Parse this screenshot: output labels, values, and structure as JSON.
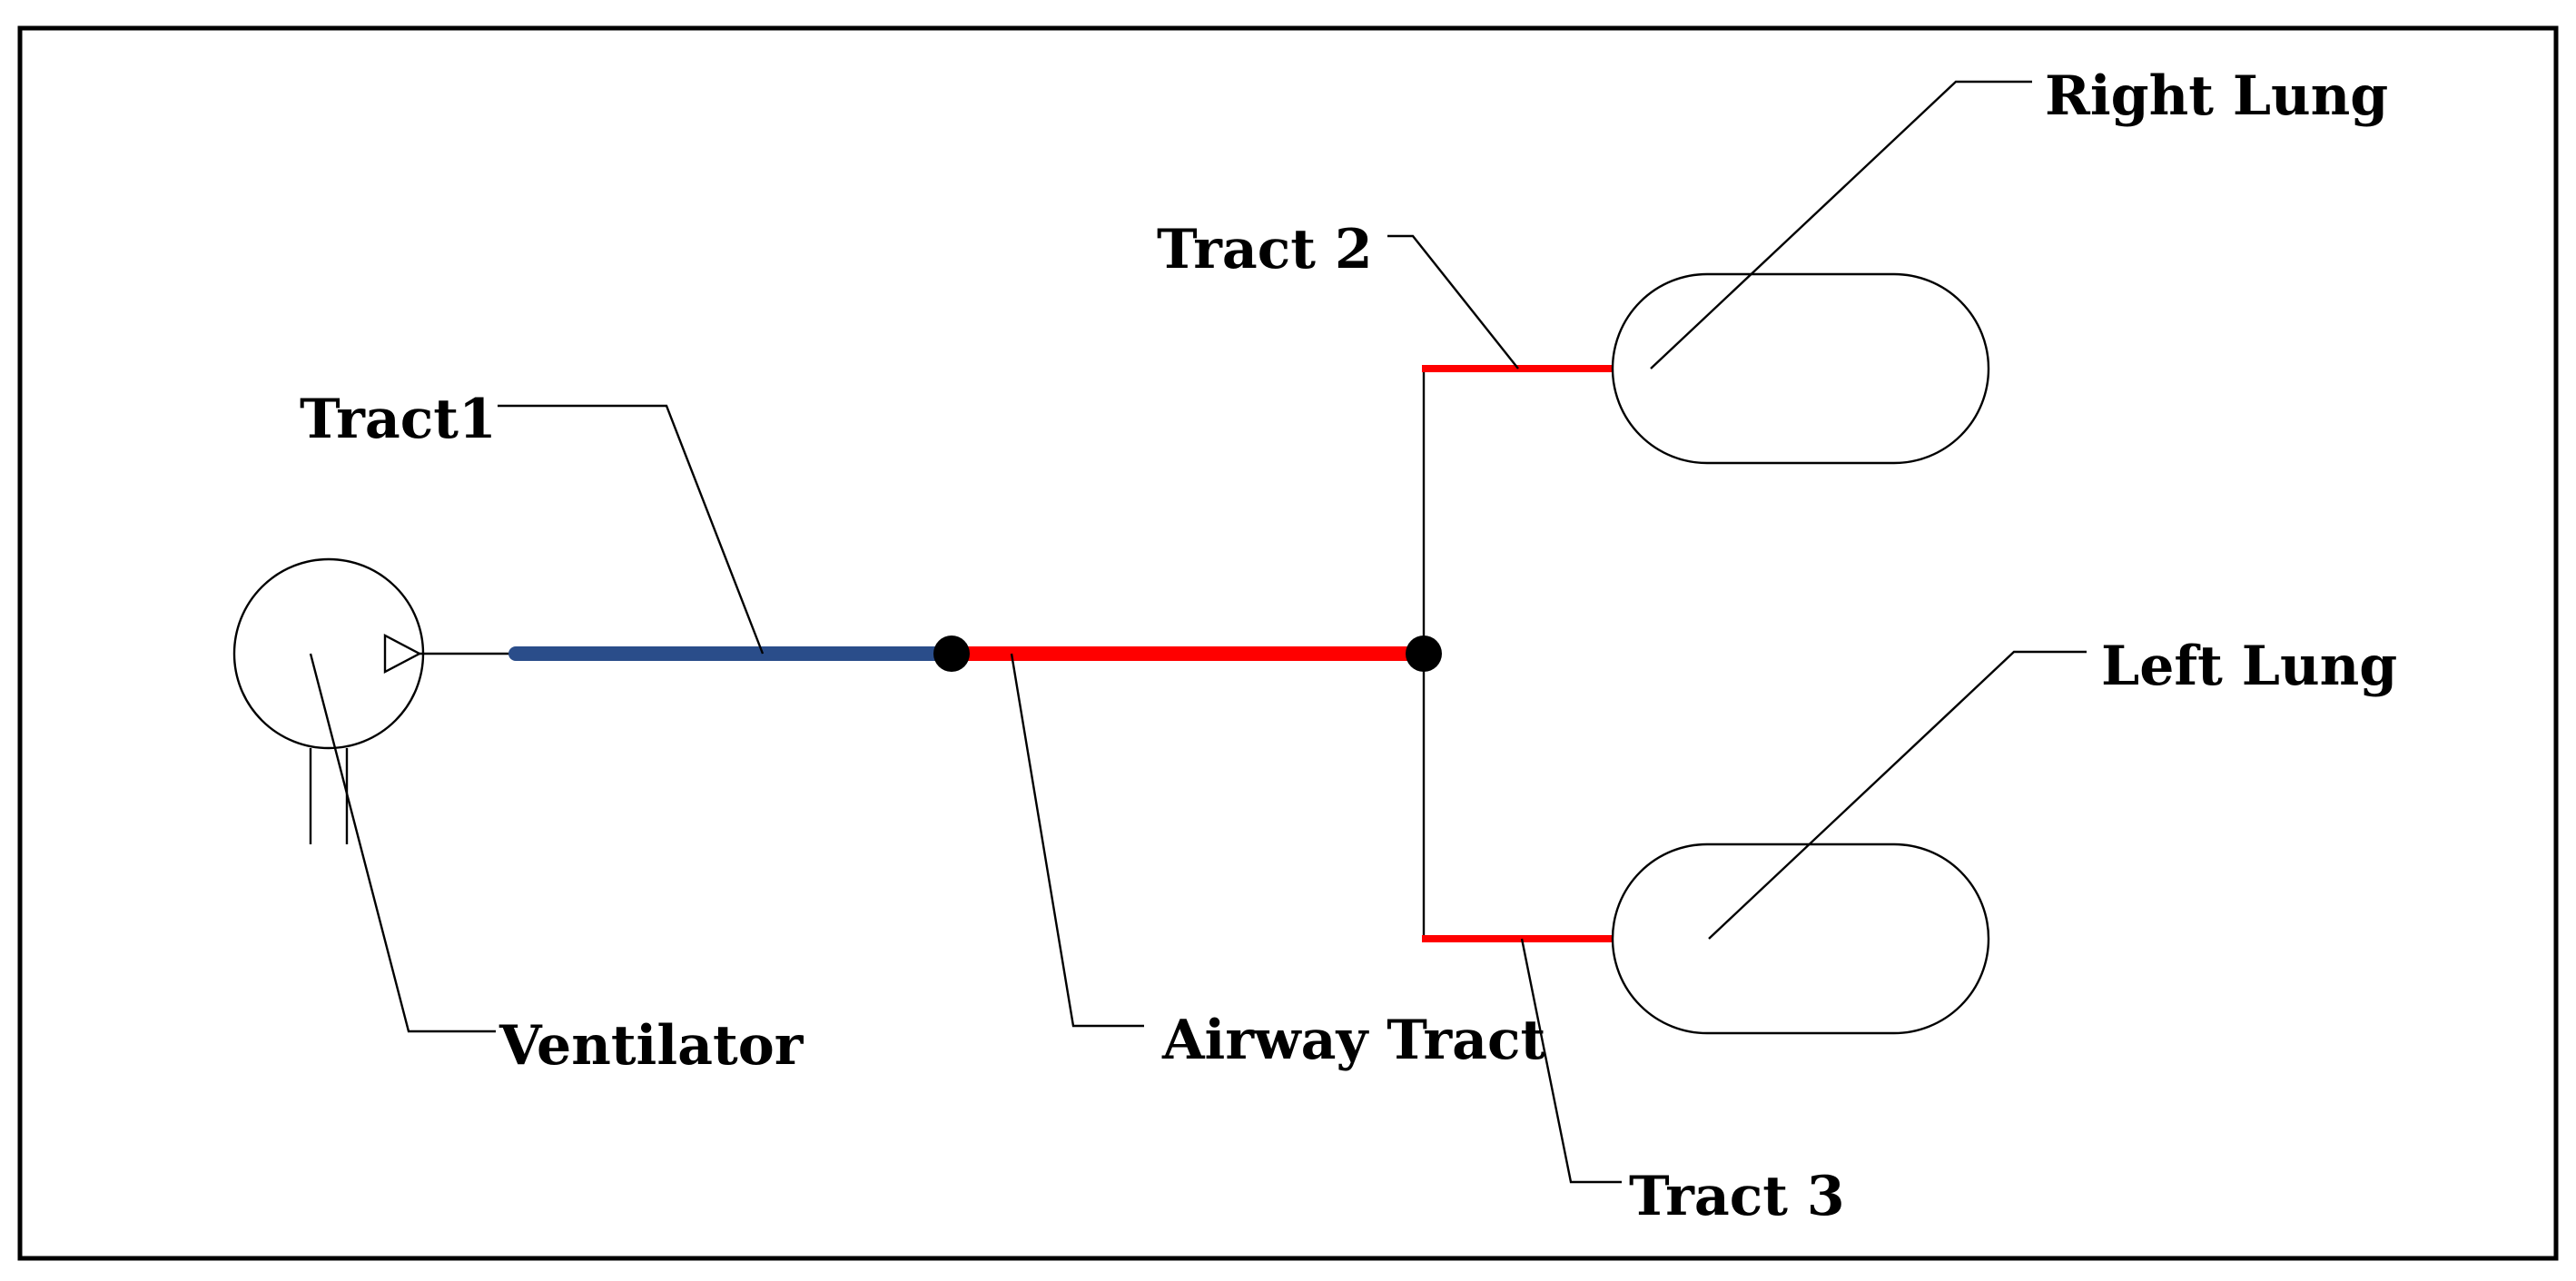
{
  "labels": {
    "tract1": "Tract1",
    "tract2": "Tract 2",
    "tract3": "Tract 3",
    "ventilator": "Ventilator",
    "airway_tract": "Airway Tract",
    "right_lung": "Right Lung",
    "left_lung": "Left Lung"
  },
  "colors": {
    "tract1": "#2a4d8a",
    "airway": "#ff0000",
    "branch": "#ff0000",
    "node": "#000000",
    "outline": "#000000"
  },
  "icons": {
    "ventilator": "circle-with-arrow",
    "junction": "filled-dot",
    "lung": "stadium-shape"
  }
}
